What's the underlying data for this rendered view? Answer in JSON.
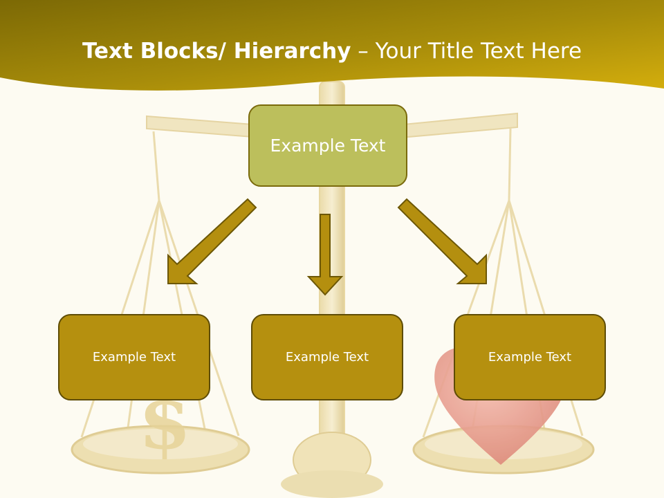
{
  "title": {
    "bold_part": "Text Blocks/ Hierarchy",
    "regular_part": " – Your Title Text Here"
  },
  "diagram": {
    "top_box": {
      "label": "Example Text"
    },
    "children": [
      {
        "label": "Example Text"
      },
      {
        "label": "Example Text"
      },
      {
        "label": "Example Text"
      }
    ]
  },
  "colors": {
    "header_band_dark": "#806c05",
    "header_band_light": "#d2ac0c",
    "background": "#fdfbf2",
    "top_box_fill": "#bcbf5c",
    "child_box_fill": "#b5900f",
    "arrow_fill": "#b48f0f",
    "arrow_outline": "#6c5706"
  }
}
